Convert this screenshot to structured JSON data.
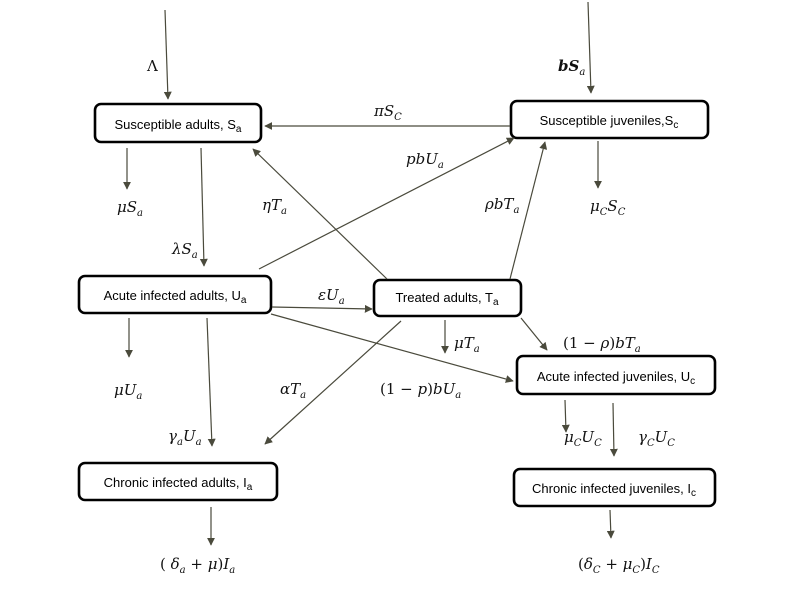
{
  "nodes": {
    "susceptible_adults": {
      "label": "Susceptible adults, S",
      "sub": "a"
    },
    "susceptible_juveniles": {
      "label": "Susceptible juveniles,S",
      "sub": "c"
    },
    "acute_adults": {
      "label": "Acute infected adults, U",
      "sub": "a"
    },
    "treated_adults": {
      "label": "Treated adults, T",
      "sub": "a"
    },
    "acute_juveniles": {
      "label": "Acute infected juveniles, U",
      "sub": "c"
    },
    "chronic_adults": {
      "label": "Chronic infected adults, I",
      "sub": "a"
    },
    "chronic_juveniles": {
      "label": "Chronic infected juveniles, I",
      "sub": "c"
    }
  },
  "rates": {
    "recruit_adults": "Λ",
    "birth": {
      "main": "bS",
      "sub": "a"
    },
    "pi_sc": {
      "main": "πS",
      "sub": "C"
    },
    "pb_ua": {
      "main": "pbU",
      "sub": "a"
    },
    "eta_ta": {
      "main": "ηT",
      "sub": "a"
    },
    "rho_b_ta": {
      "main": "ρbT",
      "sub": "a"
    },
    "mu_sa": {
      "main": "μS",
      "sub": "a"
    },
    "mu_c_sc": {
      "a": "μ",
      "asub": "C",
      "b": "S",
      "bsub": "C"
    },
    "lambda_sa": {
      "main": "λS",
      "sub": "a"
    },
    "eps_ua": {
      "main": "εU",
      "sub": "a"
    },
    "mu_ta": {
      "main": "μT",
      "sub": "a"
    },
    "one_minus_rho_b_ta": {
      "pre": "(1 − ",
      "mid": "ρ",
      "post": ")",
      "tail": "bT",
      "sub": "a"
    },
    "mu_ua": {
      "main": "μU",
      "sub": "a"
    },
    "alpha_ta": {
      "main": "αT",
      "sub": "a"
    },
    "one_minus_p_b_ua": {
      "pre": "(1 − ",
      "mid": "p",
      "post": ")",
      "tail": "bU",
      "sub": "a"
    },
    "gamma_a_ua": {
      "a": "γ",
      "asub": "a",
      "b": "U",
      "bsub": "a"
    },
    "mu_c_uc": {
      "a": "μ",
      "asub": "C",
      "b": "U",
      "bsub": "C"
    },
    "gamma_c_uc": {
      "a": "γ",
      "asub": "C",
      "b": "U",
      "bsub": "C"
    },
    "delta_a_out": {
      "p1": "( ",
      "d": "δ",
      "dsub": "a",
      "plus": " + ",
      "mu": "μ",
      "p2": ")",
      "i": "I",
      "isub": "a"
    },
    "delta_c_out": {
      "p1": "(",
      "d": "δ",
      "dsub": "C",
      "plus": " + ",
      "mu": "μ",
      "musub": "C",
      "p2": ")",
      "i": "I",
      "isub": "C"
    }
  }
}
